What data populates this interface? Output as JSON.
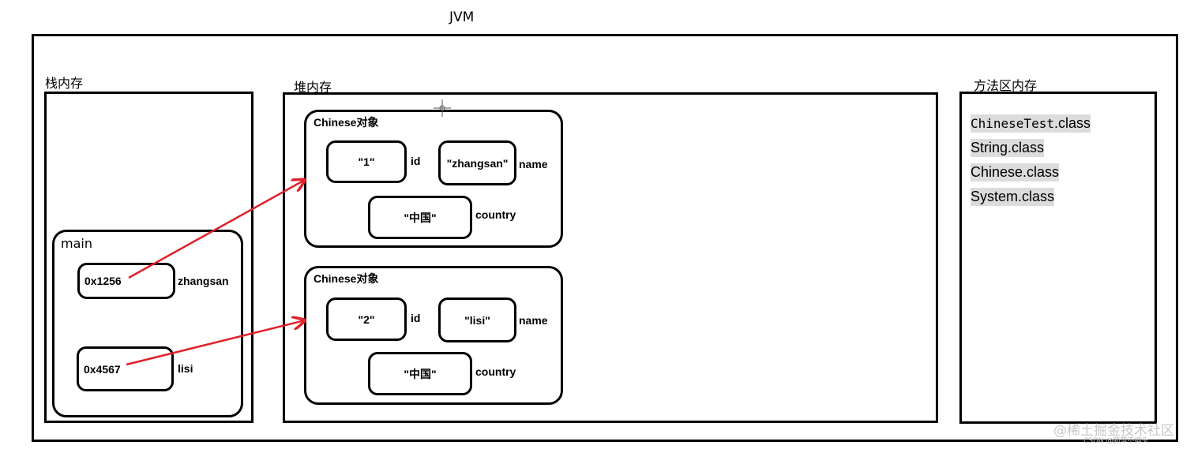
{
  "jvm_title": "JVM",
  "stack": {
    "title": "栈内存",
    "frame": "main",
    "vars": [
      {
        "ref": "0x1256",
        "name": "zhangsan"
      },
      {
        "ref": "0x4567",
        "name": "lisi"
      }
    ]
  },
  "heap": {
    "title": "堆内存",
    "objects": [
      {
        "title": "Chinese对象",
        "id_value": "\"1\"",
        "id_label": "id",
        "name_value": "\"zhangsan\"",
        "name_label": "name",
        "country_value": "\"中国\"",
        "country_label": "country"
      },
      {
        "title": "Chinese对象",
        "id_value": "\"2\"",
        "id_label": "id",
        "name_value": "\"lisi\"",
        "name_label": "name",
        "country_value": "\"中国\"",
        "country_label": "country"
      }
    ]
  },
  "method_area": {
    "title": "方法区内存",
    "classes": [
      {
        "base": "ChineseTest",
        "ext": ".class"
      },
      {
        "base": "String",
        "ext": ".class"
      },
      {
        "base": "Chinese",
        "ext": ".class"
      },
      {
        "base": "System",
        "ext": ".class"
      }
    ]
  },
  "arrow_color": "#e0202a",
  "watermark": "@稀土掘金技术社区",
  "watermark_sub": "CSDN @肺萍不抑头"
}
